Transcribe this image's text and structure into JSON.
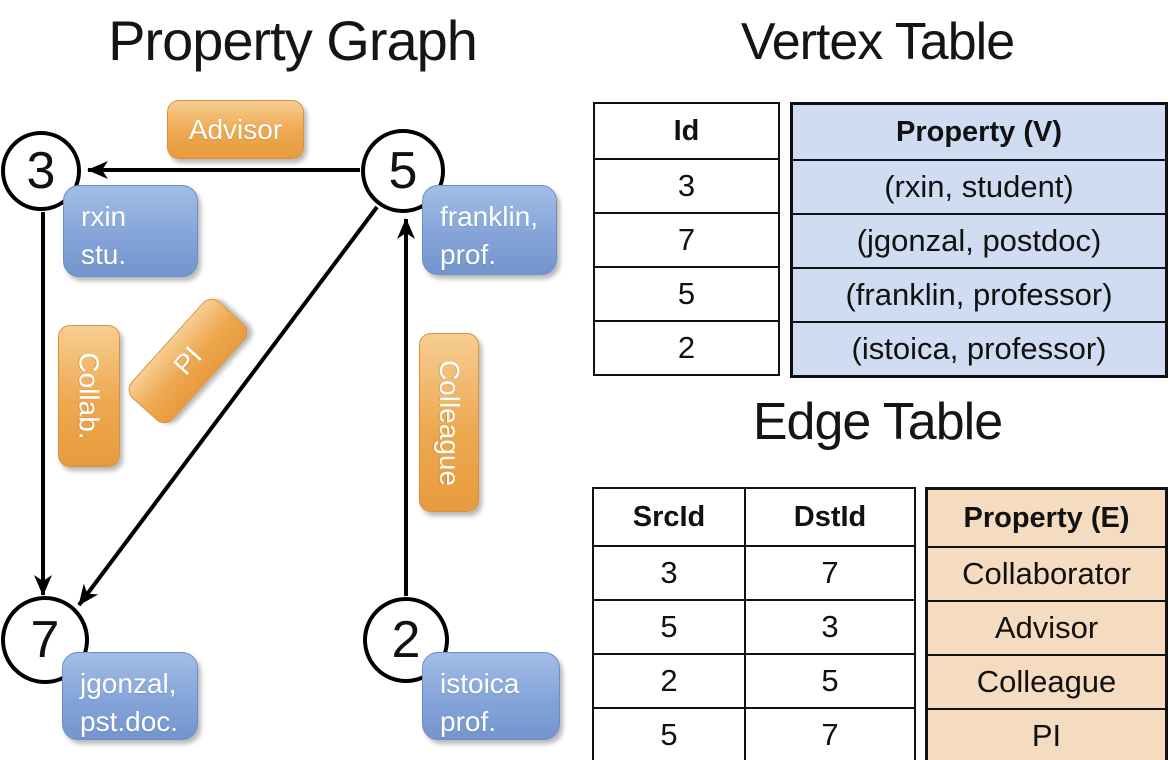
{
  "graph": {
    "title": "Property Graph",
    "nodes": [
      {
        "id": "3",
        "label_line1": "rxin",
        "label_line2": "stu."
      },
      {
        "id": "5",
        "label_line1": "franklin,",
        "label_line2": "prof."
      },
      {
        "id": "7",
        "label_line1": "jgonzal,",
        "label_line2": "pst.doc."
      },
      {
        "id": "2",
        "label_line1": "istoica",
        "label_line2": "prof."
      }
    ],
    "edges": [
      {
        "label": "Advisor",
        "from": "5",
        "to": "3"
      },
      {
        "label": "Collab.",
        "from": "3",
        "to": "7"
      },
      {
        "label": "PI",
        "from": "5",
        "to": "7"
      },
      {
        "label": "Colleague",
        "from": "2",
        "to": "5"
      }
    ]
  },
  "vertex_table": {
    "title": "Vertex Table",
    "headers": [
      "Id",
      "Property (V)"
    ],
    "rows": [
      [
        "3",
        "(rxin, student)"
      ],
      [
        "7",
        "(jgonzal, postdoc)"
      ],
      [
        "5",
        "(franklin, professor)"
      ],
      [
        "2",
        "(istoica, professor)"
      ]
    ]
  },
  "edge_table": {
    "title": "Edge Table",
    "headers": [
      "SrcId",
      "DstId",
      "Property (E)"
    ],
    "rows": [
      [
        "3",
        "7",
        "Collaborator"
      ],
      [
        "5",
        "3",
        "Advisor"
      ],
      [
        "2",
        "5",
        "Colleague"
      ],
      [
        "5",
        "7",
        "PI"
      ]
    ]
  },
  "colors": {
    "node_label_blue": "#84a4d9",
    "edge_label_orange": "#eda84f",
    "vertex_property_fill": "#cfdcf1",
    "edge_property_fill": "#f5dcc1"
  }
}
